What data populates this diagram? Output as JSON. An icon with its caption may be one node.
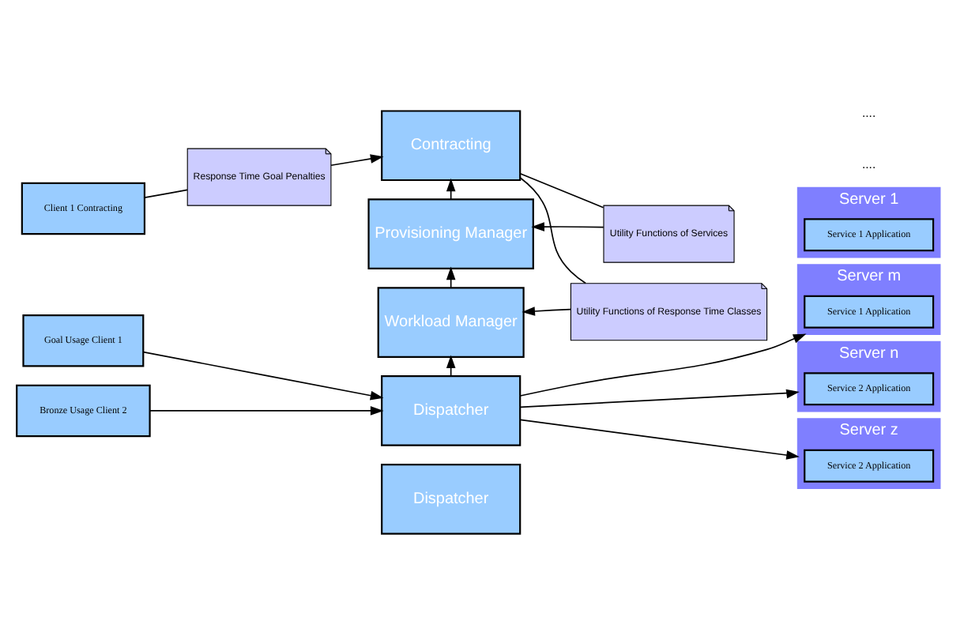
{
  "diagram": {
    "nodes": [
      {
        "text": [
          "Client 1 Contracting"
        ]
      },
      {
        "text": [
          "Response Time Goal Penalties"
        ]
      },
      {
        "text": [
          "Contracting"
        ]
      },
      {
        "text": [
          "Provisioning Manager"
        ]
      },
      {
        "text": [
          "Utility Functions of Services"
        ]
      },
      {
        "text": [
          "Workload Manager"
        ]
      },
      {
        "text": [
          "Utility Functions of Response Time Classes"
        ]
      },
      {
        "text": [
          "Goal Usage Client 1"
        ]
      },
      {
        "text": [
          "Bronze Usage Client 2"
        ]
      },
      {
        "text": [
          "Dispatcher"
        ]
      },
      {
        "text": [
          "Dispatcher"
        ]
      },
      {
        "text": [
          "Server 1"
        ]
      },
      {
        "text": [
          "Service 1 Application"
        ],
        "in": 11
      },
      {
        "text": [
          "Server m"
        ]
      },
      {
        "text": [
          "Service 1 Application"
        ],
        "in": 13
      },
      {
        "text": [
          "Server n"
        ]
      },
      {
        "text": [
          "Service 2 Application"
        ],
        "in": 15
      },
      {
        "text": [
          "Server z"
        ]
      },
      {
        "text": [
          "Service 2 Application"
        ],
        "in": 17
      }
    ],
    "edges": [
      {
        "from": 0,
        "to": 1,
        "arrow": "none"
      },
      {
        "from": 1,
        "to": 2,
        "arrow": "to"
      },
      {
        "from": 3,
        "to": 2,
        "arrow": "to"
      },
      {
        "from": 5,
        "to": 3,
        "arrow": "to"
      },
      {
        "from": 9,
        "to": 5,
        "arrow": "to"
      },
      {
        "from": 2,
        "to": 4,
        "arrow": "none"
      },
      {
        "from": 2,
        "to": 6,
        "arrow": "none"
      },
      {
        "from": 4,
        "to": 3,
        "arrow": "to"
      },
      {
        "from": 6,
        "to": 5,
        "arrow": "to"
      },
      {
        "from": 7,
        "to": 9,
        "arrow": "to"
      },
      {
        "from": 8,
        "to": 9,
        "arrow": "to"
      },
      {
        "from": 9,
        "to": 13,
        "arrow": "to"
      },
      {
        "from": 9,
        "to": 15,
        "arrow": "to"
      },
      {
        "from": 9,
        "to": 17,
        "arrow": "to"
      }
    ],
    "labels": [
      "....",
      "...."
    ]
  }
}
